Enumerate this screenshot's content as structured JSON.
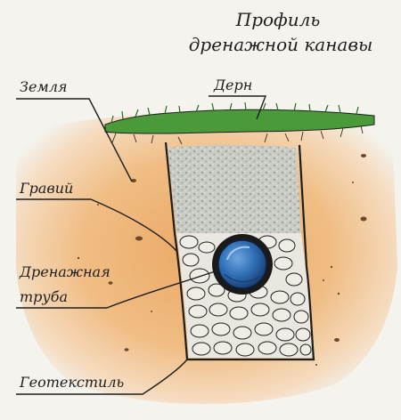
{
  "title": {
    "line1": "Профиль",
    "line2": "дренажной канавы"
  },
  "labels": {
    "earth": "Земля",
    "turf": "Дерн",
    "gravel": "Гравий",
    "pipe_line1": "Дренажная",
    "pipe_line2": "труба",
    "geotextile": "Геотекстиль"
  },
  "colors": {
    "background": "#f4f3ee",
    "soil": "#eba863",
    "turf": "#4a9a3a",
    "fine_gravel": "#c8cac4",
    "coarse_gravel": "#e9e7e0",
    "pipe": "#2f6fb5",
    "outline": "#1e1e1e"
  }
}
